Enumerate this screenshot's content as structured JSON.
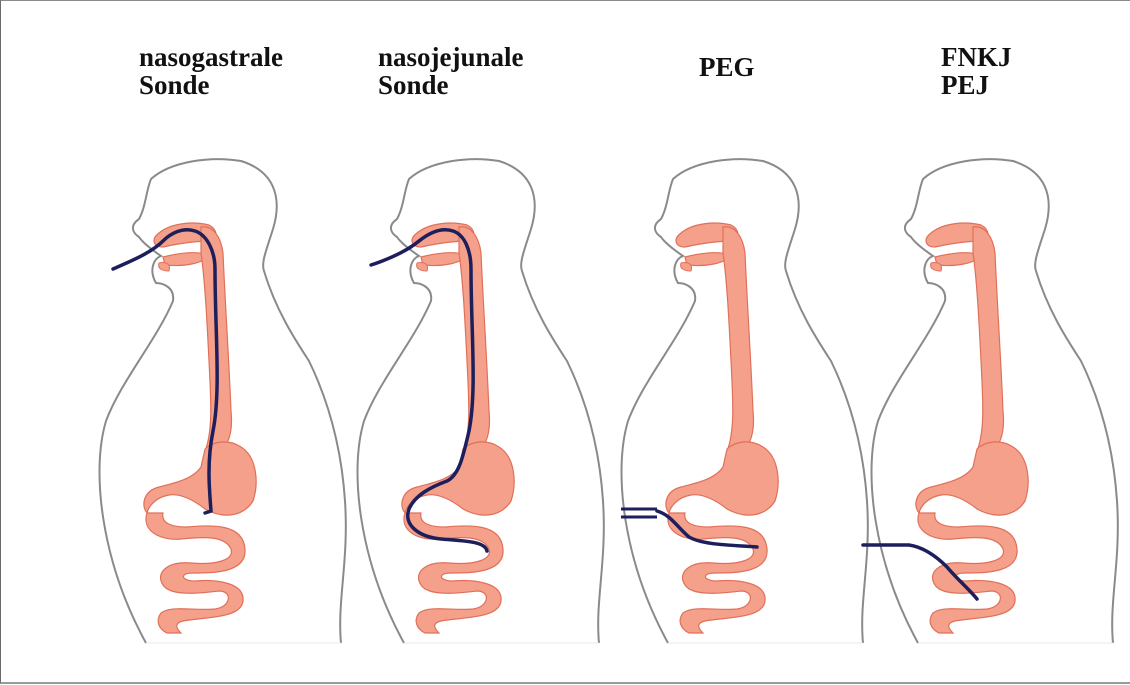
{
  "panels": [
    {
      "id": "ngs",
      "lines": [
        "nasogastrale",
        "Sonde"
      ]
    },
    {
      "id": "njs",
      "lines": [
        "nasojejunale",
        "Sonde"
      ]
    },
    {
      "id": "peg",
      "lines": [
        "PEG"
      ]
    },
    {
      "id": "fnkj",
      "lines": [
        "FNKJ",
        "PEJ"
      ]
    }
  ],
  "colors": {
    "organ": "#f4a08a",
    "organ_stroke": "#e0705a",
    "tube": "#1d1f5c",
    "outline": "#8a8a8a"
  }
}
